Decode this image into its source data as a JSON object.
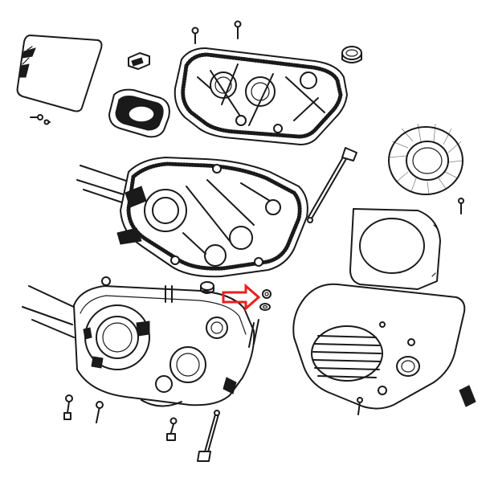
{
  "diagram": {
    "type": "exploded-parts-view",
    "subject": "engine-crankcase-assembly",
    "highlight_color": "#e8201c",
    "ink_color": "#1a1a1a",
    "background_color": "#ffffff",
    "parts": [
      "inspection-window-cover",
      "small-bracket",
      "oval-rubber-mount",
      "top-gear-cover",
      "oil-seal-ring",
      "middle-crankcase-half",
      "dipstick",
      "flywheel-fan",
      "fan-shroud-plate",
      "lower-crankcase-half",
      "cooling-cover-grille",
      "highlighted-nut-washer"
    ]
  }
}
